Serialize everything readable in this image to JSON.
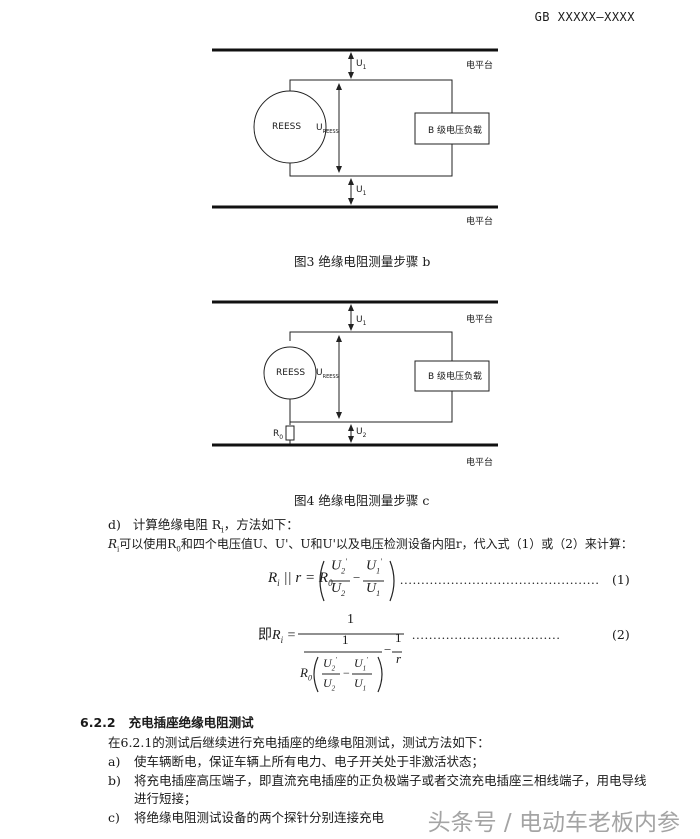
{
  "header": {
    "std_code": "GB XXXXX—XXXX"
  },
  "fig3": {
    "platform_top": "电平台",
    "platform_bottom": "电平台",
    "reess": "REESS",
    "u1_top": "U",
    "u1_top_sub": "1",
    "u_reess": "U",
    "u_reess_sub": "REESS",
    "u1_bottom": "U",
    "u1_bottom_sub": "1",
    "load": "B 级电压负载",
    "caption": "图3   绝缘电阻测量步骤 b"
  },
  "fig4": {
    "platform_top": "电平台",
    "platform_bottom": "电平台",
    "reess": "REESS",
    "u1": "U",
    "u1_sub": "1",
    "u_reess": "U",
    "u_reess_sub": "REESS",
    "u2": "U",
    "u2_sub": "2",
    "r0": "R",
    "r0_sub": "0",
    "load": "B 级电压负载",
    "caption": "图4   绝缘电阻测量步骤 c"
  },
  "section_d": {
    "item": "d)",
    "title": "计算绝缘电阻 R",
    "title_sub": "i",
    "title_tail": "，方法如下：",
    "body": "R",
    "body_sub": "i",
    "body_rest": "可以使用R",
    "body_r0sub": "0",
    "body_rest2": "和四个电压值U",
    "body_mid": "、U",
    "body_mid2": "'、U",
    "body_mid3": "和U",
    "body_tail": "'以及电压检测设备内阻r，代入式（1）或（2）来计算："
  },
  "eq1": {
    "lhs": "R",
    "lhs_sub": "i",
    "par": " || r = R",
    "par_sub": "0",
    "num1": "U",
    "num1_sub": "2",
    "num1_prime": "'",
    "den1": "U",
    "den1_sub": "2",
    "minus": "−",
    "num2": "U",
    "num2_sub": "1",
    "num2_prime": "'",
    "den2": "U",
    "den2_sub": "1",
    "dots": "...............................................",
    "num": "(1)"
  },
  "eq2": {
    "prefix": "即",
    "lhs": "R",
    "lhs_sub": "i",
    "eq": " =",
    "top": "1",
    "inner_top": "1",
    "minus_r_num": "1",
    "minus_r_den": "r",
    "r0": "R",
    "r0_sub": "0",
    "dots": "...................................",
    "num": "(2)"
  },
  "section_622": {
    "number": "6.2.2",
    "title": "充电插座绝缘电阻测试",
    "intro": "在6.2.1的测试后继续进行充电插座的绝缘电阻测试，测试方法如下：",
    "items": [
      {
        "mark": "a)",
        "text": "使车辆断电，保证车辆上所有电力、电子开关处于非激活状态；"
      },
      {
        "mark": "b)",
        "text": "将充电插座高压端子，即直流充电插座的正负极端子或者交流充电插座三相线端子，用电导线"
      },
      {
        "mark": "",
        "text": "进行短接；"
      },
      {
        "mark": "c)",
        "text": "将绝缘电阻测试设备的两个探针分别连接充电"
      }
    ]
  },
  "watermark": "头条号 / 电动车老板内参"
}
